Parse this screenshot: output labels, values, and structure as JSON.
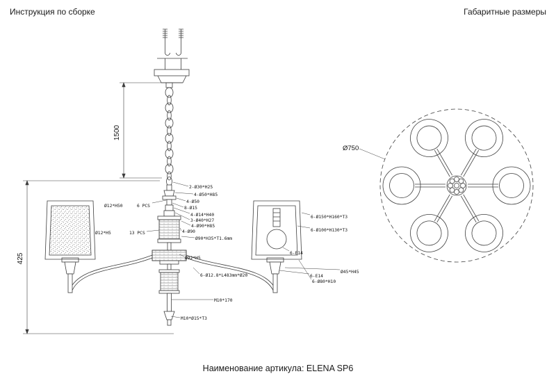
{
  "page": {
    "title_left": "Инструкция по сборке",
    "title_right": "Габаритные размеры",
    "footer": "Наименование артикула: ELENA SP6"
  },
  "colors": {
    "line": "#3d3d3d",
    "text": "#111111",
    "background": "#ffffff"
  },
  "side_view": {
    "dim_chain": "1500",
    "dim_body": "425",
    "center_labels": [
      "2-Ø30*H25",
      "4-Ø50*H85",
      "4-Ø50",
      "8-Ø15",
      "4-Ø14*H40",
      "3-Ø40*H27",
      "4-Ø90*H85",
      "4-Ø90",
      "Ø90*H35*T1.6mm",
      "Ø92*H5",
      "6-Ø12.8*L483mm*Ø20",
      "M10*170",
      "M10*Ø15*T3"
    ],
    "left_labels": [
      "Ø12*H50",
      "6 PCS",
      "Ø12*H5",
      "13 PCS"
    ],
    "right_labels": [
      "6-Ø150*H160*T3",
      "6-Ø100*H130*T3",
      "6-E14",
      "Ø45*H45",
      "6-E14",
      "6-Ø80*H10"
    ]
  },
  "top_view": {
    "diameter_label": "Ø750"
  }
}
